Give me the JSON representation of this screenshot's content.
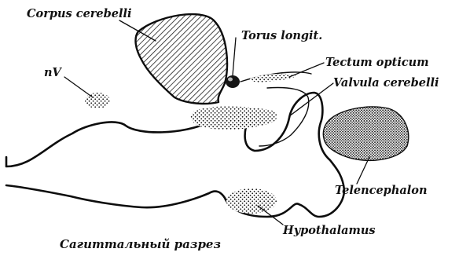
{
  "labels": {
    "corpus_cerebelli": "Corpus cerebelli",
    "torus_longit": "Torus longit.",
    "tectum_opticum": "Tectum opticum",
    "valvula_cerebelli": "Valvula cerebelli",
    "nv": "nV",
    "telencephalon": "Telencephalon",
    "hypothalamus": "Hypothalamus"
  },
  "caption": "Сагиттальный разрез"
}
